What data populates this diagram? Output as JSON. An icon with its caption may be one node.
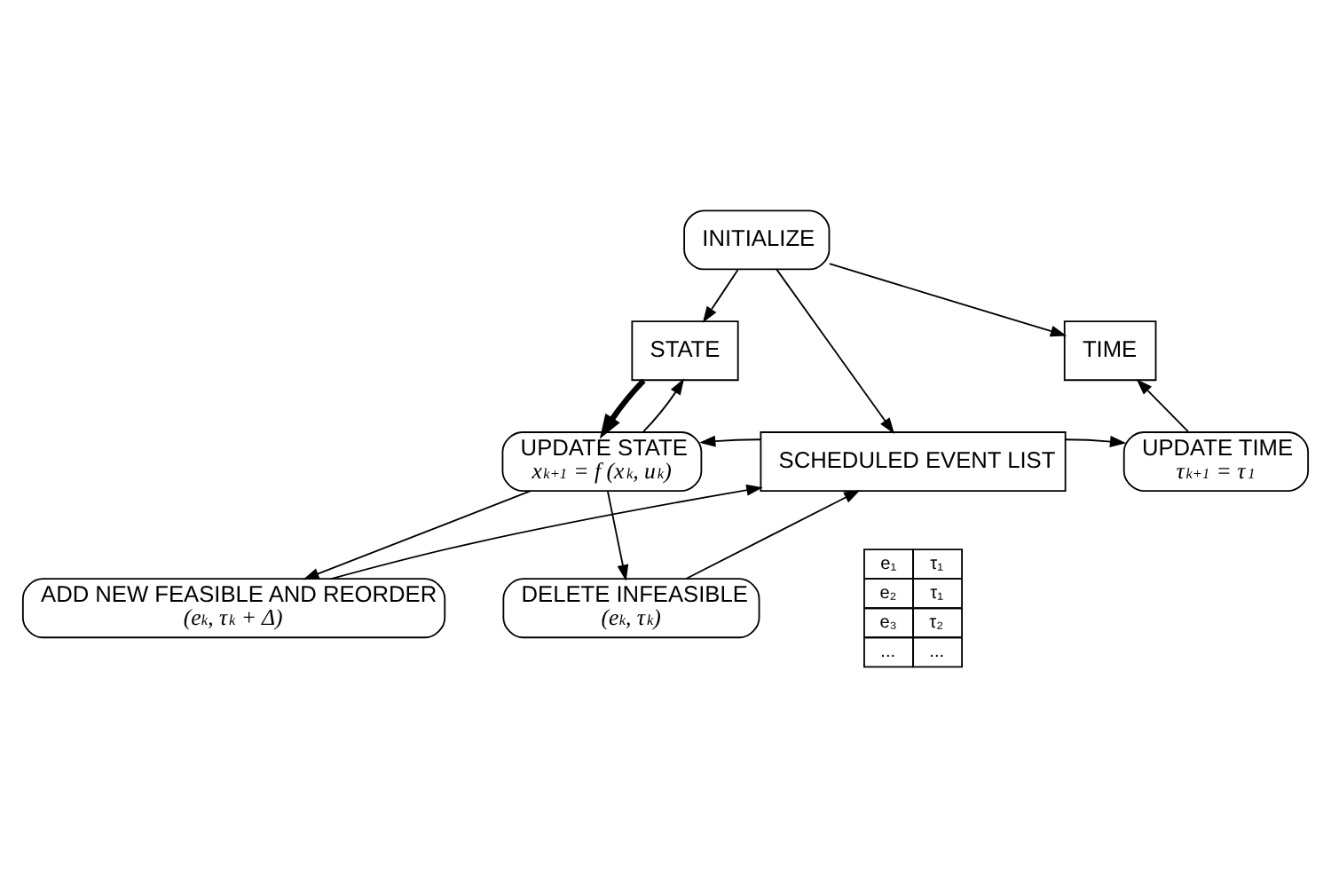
{
  "diagram": {
    "nodes": [
      {
        "text": [
          "INITIALIZE"
        ]
      },
      {
        "text": [
          "STATE"
        ]
      },
      {
        "text": [
          "SCHEDULED EVENT LIST"
        ]
      },
      {
        "text": [
          "TIME"
        ]
      },
      {
        "text": [
          "UPDATE STATE",
          "x$_{k+1}$ = f (x$_{k}$, u$_{k}$)"
        ]
      },
      {
        "text": [
          "UPDATE TIME",
          "τ$_{k+1}$ = τ$_{1}$"
        ]
      },
      {
        "text": [
          "ADD NEW FEASIBLE AND REORDER",
          "(e$_{k}$, τ$_{k}$ + Δ)"
        ]
      },
      {
        "text": [
          "DELETE INFEASIBLE",
          "(e$_{k}$, τ$_{k}$)"
        ]
      }
    ],
    "edges": [
      {
        "from": 0,
        "to": 1,
        "arrow": "to"
      },
      {
        "from": 0,
        "to": 2,
        "arrow": "to"
      },
      {
        "from": 0,
        "to": 3,
        "arrow": "to"
      },
      {
        "from": 1,
        "to": 4,
        "arrow": "to",
        "style": "thick"
      },
      {
        "from": 4,
        "to": 1,
        "arrow": "to"
      },
      {
        "from": 2,
        "to": 4,
        "arrow": "to"
      },
      {
        "from": 2,
        "to": 5,
        "arrow": "to"
      },
      {
        "from": 5,
        "to": 3,
        "arrow": "to"
      },
      {
        "from": 4,
        "to": 6,
        "arrow": "to"
      },
      {
        "from": 4,
        "to": 7,
        "arrow": "to"
      },
      {
        "from": 6,
        "to": 2,
        "arrow": "to"
      },
      {
        "from": 7,
        "to": 2,
        "arrow": "to"
      }
    ],
    "labels": [
      "e₁",
      "τ₁",
      "e₂",
      "τ₁",
      "e₃",
      "τ₂",
      "...",
      "..."
    ]
  }
}
